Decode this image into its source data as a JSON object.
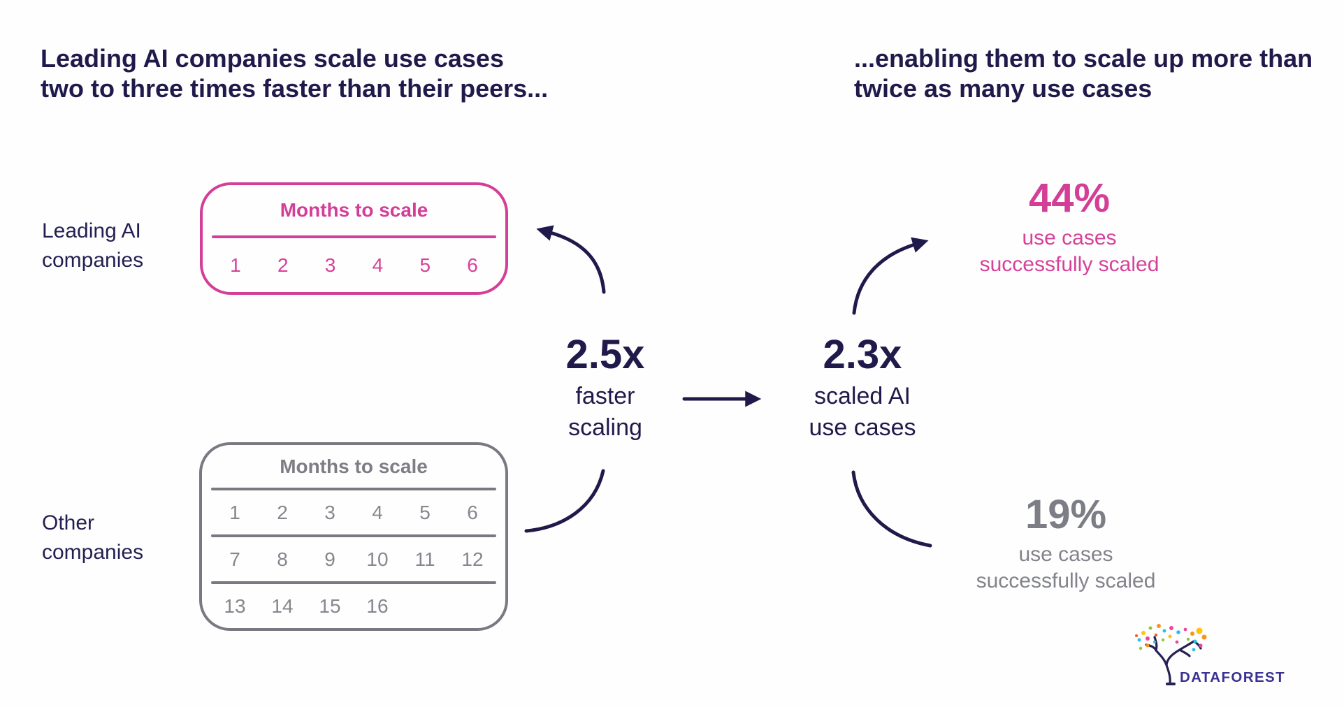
{
  "colors": {
    "navy": "#201a4b",
    "pink": "#d33f97",
    "gray": "#7d7e85",
    "logo_purple": "#3b3193",
    "background": "#fefefe"
  },
  "headings": {
    "left": {
      "line1": "Leading AI companies scale use cases",
      "line2": "two to three times faster than their peers..."
    },
    "right": {
      "line1": "...enabling them to scale up more than",
      "line2": "twice as many use cases"
    }
  },
  "labels": {
    "leading": {
      "line1": "Leading AI",
      "line2": "companies"
    },
    "other": {
      "line1": "Other",
      "line2": "companies"
    }
  },
  "boxes": {
    "leading": {
      "title": "Months to scale",
      "rows": [
        [
          "1",
          "2",
          "3",
          "4",
          "5",
          "6"
        ]
      ]
    },
    "other": {
      "title": "Months to scale",
      "rows": [
        [
          "1",
          "2",
          "3",
          "4",
          "5",
          "6"
        ],
        [
          "7",
          "8",
          "9",
          "10",
          "11",
          "12"
        ],
        [
          "13",
          "14",
          "15",
          "16"
        ]
      ]
    }
  },
  "flow": {
    "left_stat": {
      "value": "2.5x",
      "line1": "faster",
      "line2": "scaling"
    },
    "right_stat": {
      "value": "2.3x",
      "line1": "scaled AI",
      "line2": "use cases"
    }
  },
  "outcomes": {
    "leading": {
      "value": "44%",
      "line1": "use cases",
      "line2": "successfully scaled"
    },
    "other": {
      "value": "19%",
      "line1": "use cases",
      "line2": "successfully scaled"
    }
  },
  "logo": {
    "text": "DATAFOREST"
  }
}
